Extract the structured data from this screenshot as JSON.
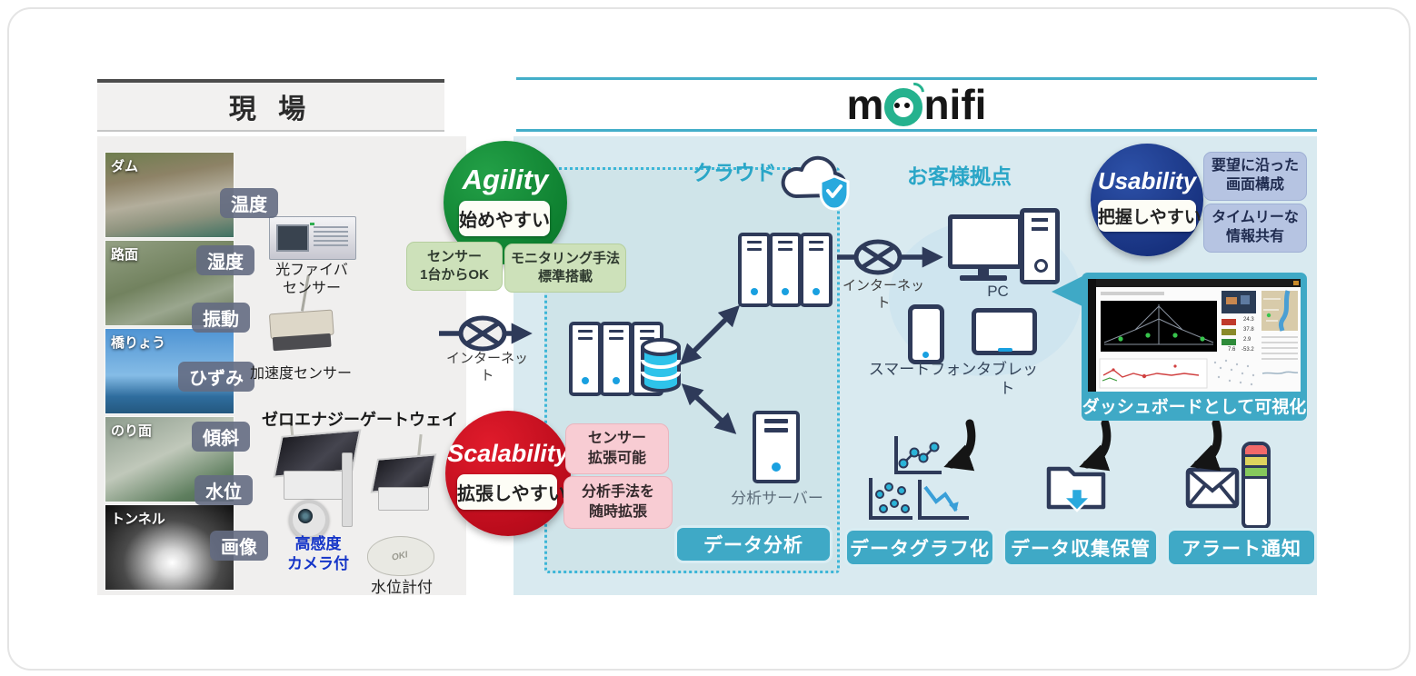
{
  "left": {
    "header": "現 場",
    "photo_labels": [
      "ダム",
      "路面",
      "橋りょう",
      "のり面",
      "トンネル"
    ],
    "sensor_labels": [
      "温度",
      "湿度",
      "振動",
      "ひずみ",
      "傾斜",
      "水位",
      "画像"
    ],
    "fiber_sensor_caption": "光ファイバ\nセンサー",
    "accel_sensor_caption": "加速度センサー",
    "gateway_title": "ゼロエナジーゲートウェイ",
    "camera_caption": "高感度\nカメラ付",
    "water_gauge_caption": "水位計付",
    "water_gauge_brand": "OKI"
  },
  "header": {
    "logo_left": "m",
    "logo_right": "nifi"
  },
  "agility": {
    "title": "Agility",
    "pill": "始めやすい",
    "box1": "センサー\n1台からOK",
    "box2": "モニタリング手法\n標準搭載"
  },
  "scalability": {
    "title": "Scalability",
    "pill": "拡張しやすい",
    "box1": "センサー\n拡張可能",
    "box2": "分析手法を\n随時拡張"
  },
  "usability": {
    "title": "Usability",
    "pill": "把握しやすい",
    "box1": "要望に沿った\n画面構成",
    "box2": "タイムリーな\n情報共有"
  },
  "cloud": {
    "title": "クラウド",
    "analysis_server_caption": "分析サーバー",
    "data_analysis_button": "データ分析"
  },
  "customer": {
    "title": "お客様拠点",
    "pc_caption": "PC",
    "smartphone_caption": "スマートフォン",
    "tablet_caption": "タブレット"
  },
  "internet": {
    "left_caption": "インターネット",
    "right_caption": "インターネット"
  },
  "dashboard": {
    "caption": "ダッシュボードとして可視化",
    "badge_values": [
      "24.3",
      "37.8",
      "2.9",
      "7.6",
      "-53.2"
    ]
  },
  "outputs": {
    "graph_button": "データグラフ化",
    "storage_button": "データ収集保管",
    "alert_button": "アラート通知"
  },
  "colors": {
    "teal": "#3fa9c6",
    "navy": "#2e3a59",
    "green": "#0e8030",
    "red": "#bb0c1c",
    "blue": "#17317e",
    "cyan_dot": "#19a0e0"
  }
}
